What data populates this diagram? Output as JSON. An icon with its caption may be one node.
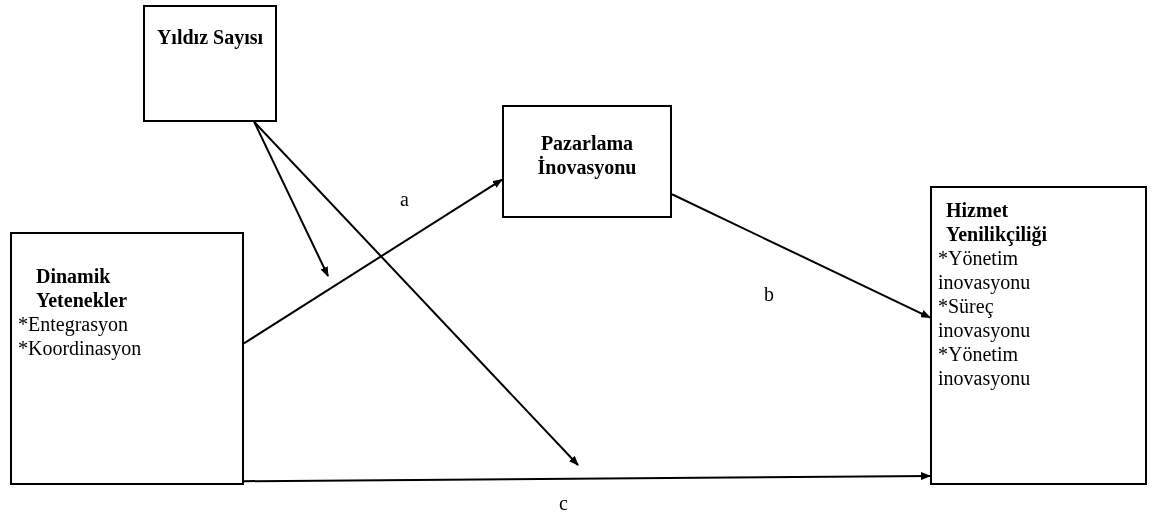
{
  "diagram": {
    "nodes": [
      {
        "text": [
          "Yıldız Sayısı"
        ]
      },
      {
        "text": [
          "Pazarlama İnovasyonu"
        ]
      },
      {
        "text": [
          "Dinamik Yetenekler",
          "*Entegrasyon",
          "*Koordinasyon"
        ]
      },
      {
        "text": [
          "Hizmet Yenilikçiliği",
          "*Yönetim inovasyonu",
          "*Süreç inovasyonu",
          "*Yönetim inovasyonu"
        ]
      }
    ],
    "edges": [
      {
        "from": 2,
        "to": 1,
        "arrow": "to",
        "label": "a"
      },
      {
        "from": 1,
        "to": 3,
        "arrow": "to",
        "label": "b"
      },
      {
        "from": 2,
        "to": 3,
        "arrow": "to",
        "label": "c"
      },
      {
        "from": 0,
        "to": null,
        "arrow": "to"
      },
      {
        "from": 0,
        "to": null,
        "arrow": "to"
      }
    ]
  }
}
